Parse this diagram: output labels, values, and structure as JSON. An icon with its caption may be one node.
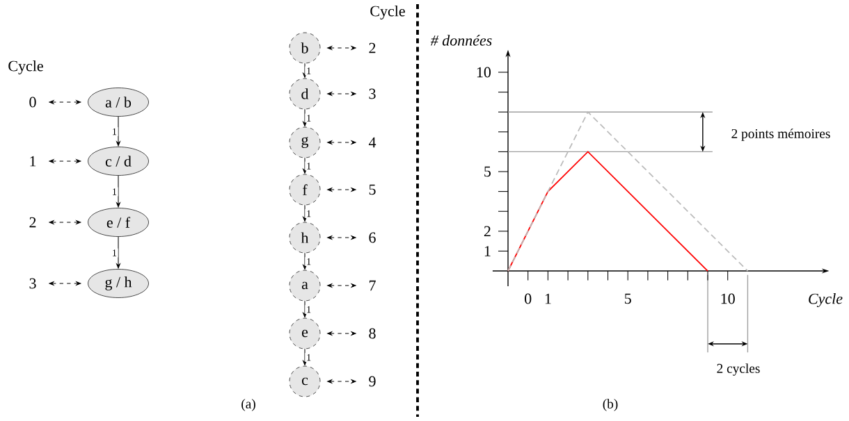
{
  "diagram": {
    "nodes": [
      {
        "text": [
          "0"
        ]
      },
      {
        "text": [
          "a / b"
        ]
      },
      {
        "text": [
          "1"
        ]
      },
      {
        "text": [
          "c / d"
        ]
      },
      {
        "text": [
          "2"
        ]
      },
      {
        "text": [
          "e / f"
        ]
      },
      {
        "text": [
          "3"
        ]
      },
      {
        "text": [
          "g / h"
        ]
      },
      {
        "text": [
          "b"
        ]
      },
      {
        "text": [
          "2"
        ]
      },
      {
        "text": [
          "d"
        ]
      },
      {
        "text": [
          "3"
        ]
      },
      {
        "text": [
          "g"
        ]
      },
      {
        "text": [
          "4"
        ]
      },
      {
        "text": [
          "f"
        ]
      },
      {
        "text": [
          "5"
        ]
      },
      {
        "text": [
          "h"
        ]
      },
      {
        "text": [
          "6"
        ]
      },
      {
        "text": [
          "a"
        ]
      },
      {
        "text": [
          "7"
        ]
      },
      {
        "text": [
          "e"
        ]
      },
      {
        "text": [
          "8"
        ]
      },
      {
        "text": [
          "c"
        ]
      },
      {
        "text": [
          "9"
        ]
      }
    ],
    "edges": [
      {
        "from": 0,
        "to": 1,
        "arrow": "both",
        "style": "dashed"
      },
      {
        "from": 2,
        "to": 3,
        "arrow": "both",
        "style": "dashed"
      },
      {
        "from": 4,
        "to": 5,
        "arrow": "both",
        "style": "dashed"
      },
      {
        "from": 6,
        "to": 7,
        "arrow": "both",
        "style": "dashed"
      },
      {
        "from": 1,
        "to": 3,
        "arrow": "to",
        "label": "1"
      },
      {
        "from": 3,
        "to": 5,
        "arrow": "to",
        "label": "1"
      },
      {
        "from": 5,
        "to": 7,
        "arrow": "to",
        "label": "1"
      },
      {
        "from": 8,
        "to": 9,
        "arrow": "both",
        "style": "dashed"
      },
      {
        "from": 10,
        "to": 11,
        "arrow": "both",
        "style": "dashed"
      },
      {
        "from": 12,
        "to": 13,
        "arrow": "both",
        "style": "dashed"
      },
      {
        "from": 14,
        "to": 15,
        "arrow": "both",
        "style": "dashed"
      },
      {
        "from": 16,
        "to": 17,
        "arrow": "both",
        "style": "dashed"
      },
      {
        "from": 18,
        "to": 19,
        "arrow": "both",
        "style": "dashed"
      },
      {
        "from": 20,
        "to": 21,
        "arrow": "both",
        "style": "dashed"
      },
      {
        "from": 22,
        "to": 23,
        "arrow": "both",
        "style": "dashed"
      },
      {
        "from": 8,
        "to": 10,
        "arrow": "to",
        "label": "1"
      },
      {
        "from": 10,
        "to": 12,
        "arrow": "to",
        "label": "1"
      },
      {
        "from": 12,
        "to": 14,
        "arrow": "to",
        "label": "1"
      },
      {
        "from": 14,
        "to": 16,
        "arrow": "to",
        "label": "1"
      },
      {
        "from": 16,
        "to": 18,
        "arrow": "to",
        "label": "1"
      },
      {
        "from": 18,
        "to": 20,
        "arrow": "to",
        "label": "1"
      },
      {
        "from": 20,
        "to": 22,
        "arrow": "to",
        "label": "1"
      }
    ],
    "labels": [
      "Cycle",
      "Cycle",
      "2 points mémoires",
      "2 cycles",
      "(a)",
      "(b)"
    ],
    "chart_data": {
      "type": "line",
      "xlabel": "Cycle",
      "ylabel": "# données",
      "x": [
        -1,
        1,
        3,
        9,
        11
      ],
      "series": [
        {
          "color": "#ff0000",
          "values": [
            0,
            4,
            6,
            0,
            null
          ]
        },
        {
          "color": "#bbbbbb",
          "line_style": "dashed",
          "values": [
            0,
            4,
            8,
            2,
            0
          ]
        }
      ],
      "xlim": [
        -1.77,
        14.85
      ],
      "ylim": [
        -0.77,
        10.9
      ],
      "xticks": [
        0,
        1,
        5,
        10
      ],
      "yticks": [
        1,
        2,
        5,
        10
      ],
      "ref_lines": [
        {
          "axis": "y",
          "value": 8
        },
        {
          "axis": "y",
          "value": 6
        }
      ]
    }
  }
}
